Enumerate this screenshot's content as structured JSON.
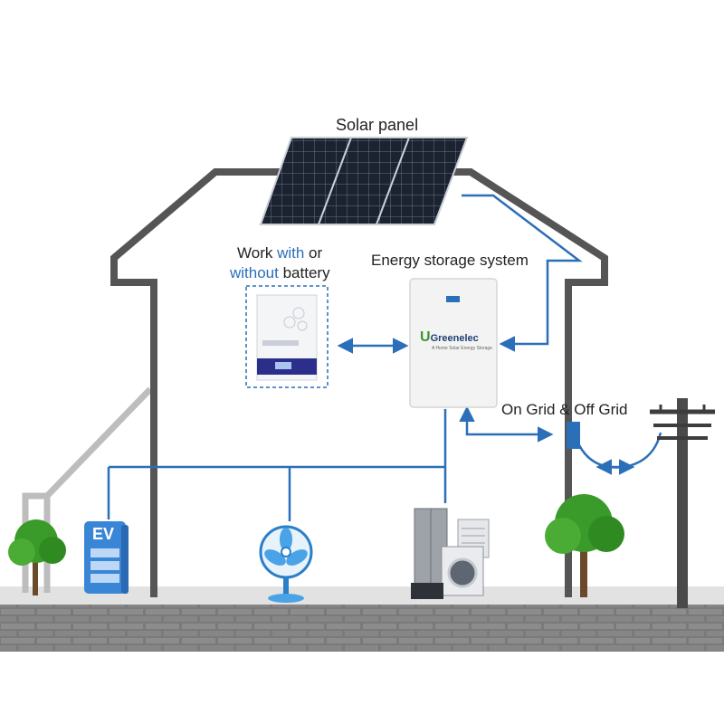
{
  "labels": {
    "solar_panel": "Solar panel",
    "work_line1_a": "Work ",
    "work_line1_b": "with",
    "work_line1_c": " or",
    "work_line2_a": "without",
    "work_line2_b": " battery",
    "energy_storage": "Energy storage system",
    "grid": "On Grid & Off Grid",
    "ev": "EV",
    "brand_u": "U",
    "brand_name": "Greenelec",
    "brand_tagline": "A Home Solar Energy Storage"
  },
  "colors": {
    "wire": "#2a6fb8",
    "house": "#555555",
    "wall": "#7d7d7d",
    "ground": "#e2e2e2",
    "ev": "#3a86d6",
    "tree": "#3a9a2a"
  }
}
